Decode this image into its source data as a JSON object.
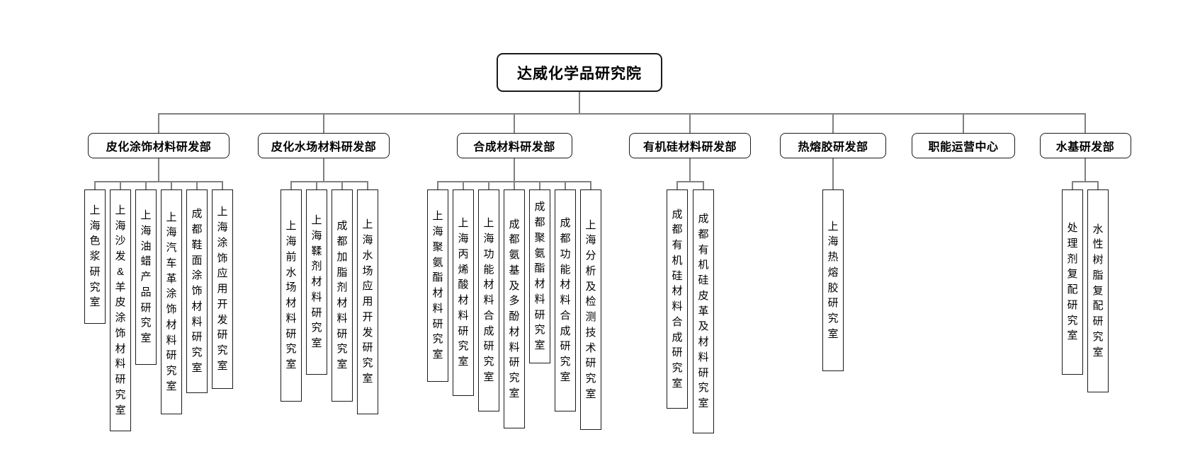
{
  "org_chart": {
    "root": {
      "label": "达威化学品研究院"
    },
    "departments": [
      {
        "label": "皮化涂饰材料研发部",
        "children": [
          "上海色浆研究室",
          "上海沙发&羊皮涂饰材料研究室",
          "上海油蜡产品研究室",
          "上海汽车革涂饰材料研究室",
          "成都鞋面涂饰材料研究室",
          "上海涂饰应用开发研究室"
        ]
      },
      {
        "label": "皮化水场材料研发部",
        "children": [
          "上海前水场材料研究室",
          "上海鞣剂材料研究室",
          "成都加脂剂材料研究室",
          "上海水场应用开发研究室"
        ]
      },
      {
        "label": "合成材料研发部",
        "children": [
          "上海聚氨酯材料研究室",
          "上海丙烯酸材料研究室",
          "上海功能材料合成研究室",
          "成都氨基及多酚材料研究室",
          "成都聚氨酯材料研究室",
          "成都功能材料合成研究室",
          "上海分析及检测技术研究室"
        ]
      },
      {
        "label": "有机硅材料研发部",
        "children": [
          "成都有机硅材料合成研究室",
          "成都有机硅皮革及材料研究室"
        ]
      },
      {
        "label": "热熔胶研发部",
        "children": [
          "上海热熔胶研究室"
        ]
      },
      {
        "label": "职能运营中心",
        "children": []
      },
      {
        "label": "水基研发部",
        "children": [
          "处理剂复配研究室",
          "水性树脂复配研究室"
        ]
      }
    ],
    "colors": {
      "line": "#808080",
      "border": "#1a1a1a",
      "background": "#ffffff",
      "text": "#000000"
    }
  }
}
